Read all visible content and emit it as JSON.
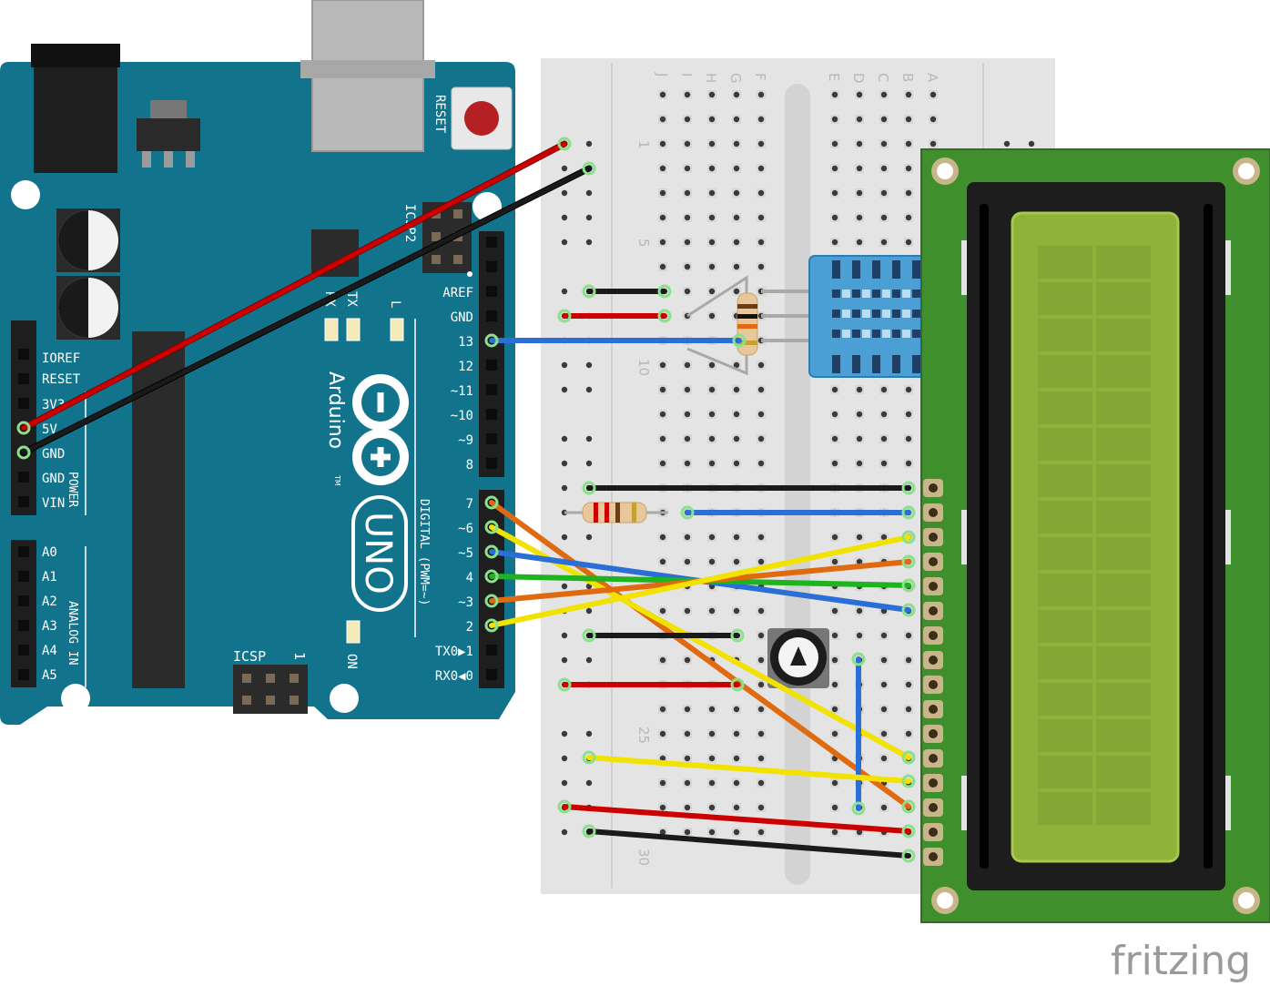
{
  "arduino": {
    "power_labels": [
      "IOREF",
      "RESET",
      "3V3",
      "5V",
      "GND",
      "GND",
      "VIN"
    ],
    "analog_labels": [
      "A0",
      "A1",
      "A2",
      "A3",
      "A4",
      "A5"
    ],
    "top_header_labels": [
      "AREF",
      "GND",
      "13",
      "12",
      "~11",
      "~10",
      "~9",
      "8"
    ],
    "digital_labels": [
      "7",
      "~6",
      "~5",
      "4",
      "~3",
      "2",
      "TX0▶1",
      "RX0◀0"
    ],
    "reset_label": "RESET",
    "icsp2_label": "ICSP2",
    "icsp_label": "ICSP",
    "icsp_pin1": "1",
    "tx_label": "TX",
    "rx_label": "RX",
    "l_label": "L",
    "on_label": "ON",
    "power_group": "POWER",
    "analog_group": "ANALOG IN",
    "digital_group": "DIGITAL (PWM=~)",
    "brand": "Arduino",
    "trademark": "TM",
    "model": "UNO"
  },
  "breadboard": {
    "column_letters_left": [
      "J",
      "I",
      "H",
      "G",
      "F"
    ],
    "column_letters_right": [
      "E",
      "D",
      "C",
      "B",
      "A"
    ],
    "row_numbers": [
      "1",
      "5",
      "10",
      "25",
      "30"
    ]
  },
  "watermark": "fritzing",
  "colors": {
    "arduino_board": "#12748c",
    "breadboard": "#e4e4e4",
    "lcd_pcb": "#3f8f2c",
    "lcd_screen": "#8fb23a",
    "dht_sensor": "#4a9fd4",
    "wire_red": "#cc0000",
    "wire_black": "#1a1a1a",
    "wire_blue": "#2a6fd6",
    "wire_yellow": "#f2e200",
    "wire_orange": "#e06a10",
    "wire_green": "#1fb31f"
  }
}
